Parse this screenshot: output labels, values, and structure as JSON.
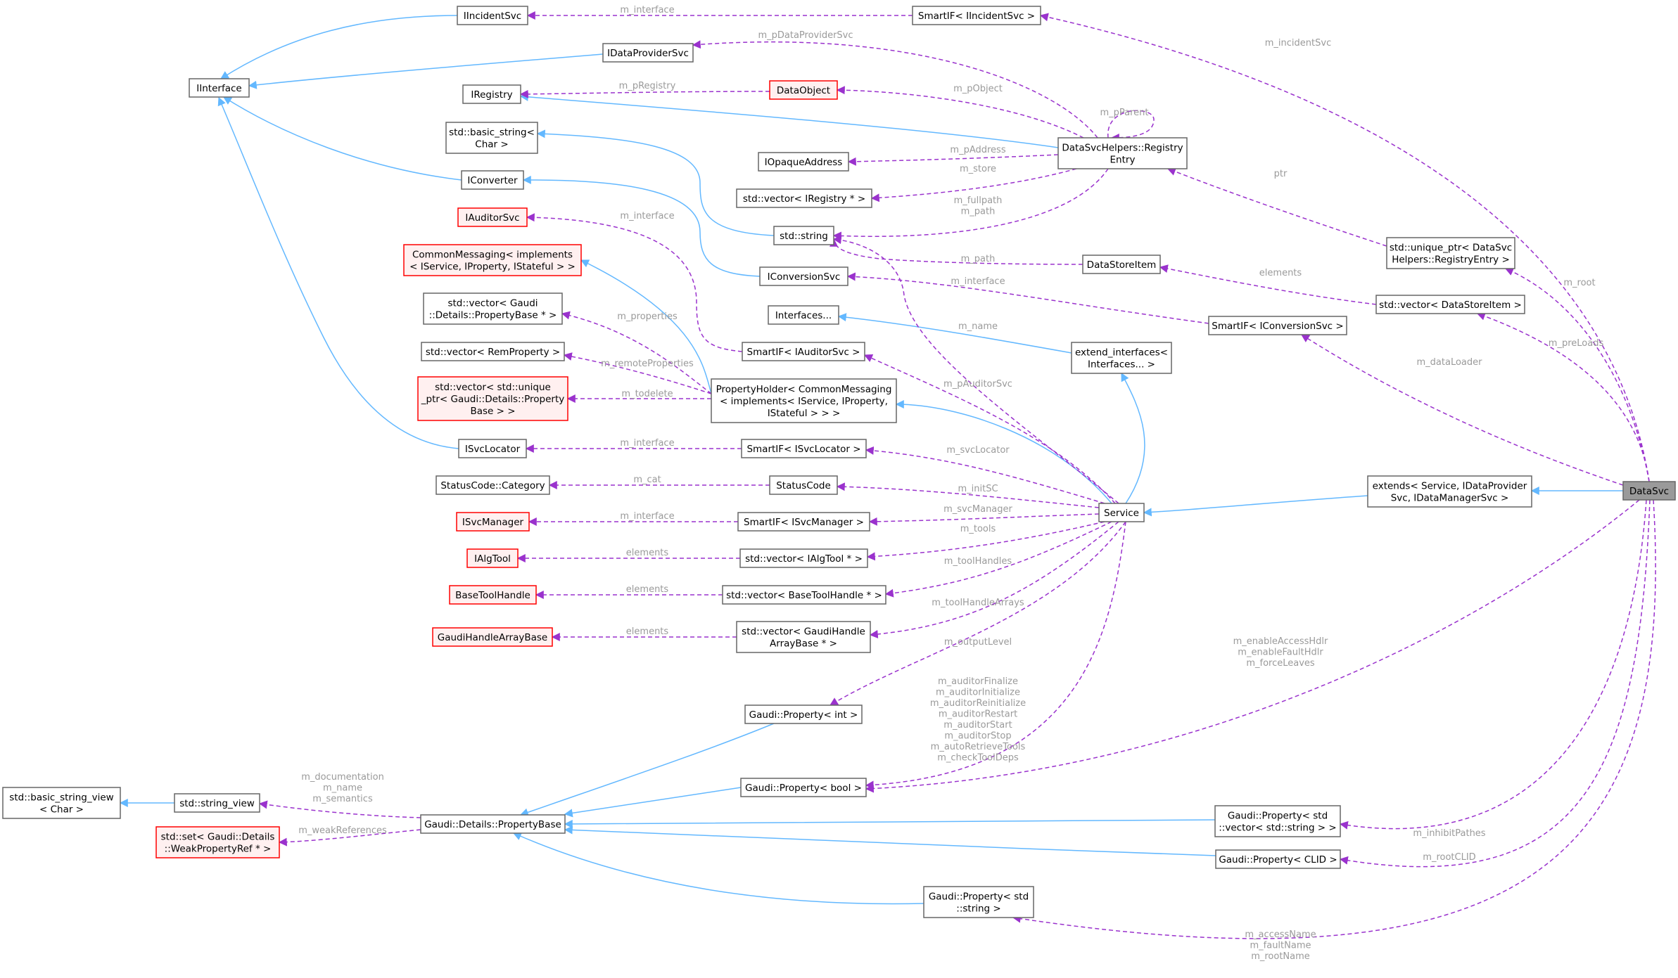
{
  "diagram": {
    "nodes": [
      {
        "id": "IInterface",
        "lines": [
          "IInterface"
        ]
      },
      {
        "id": "IIncidentSvc",
        "lines": [
          "IIncidentSvc"
        ]
      },
      {
        "id": "IDataProviderSvc",
        "lines": [
          "IDataProviderSvc"
        ]
      },
      {
        "id": "IRegistry",
        "lines": [
          "IRegistry"
        ]
      },
      {
        "id": "basic_string",
        "lines": [
          "std::basic_string<",
          "Char >"
        ]
      },
      {
        "id": "IConverter",
        "lines": [
          "IConverter"
        ]
      },
      {
        "id": "IAuditorSvc",
        "lines": [
          "IAuditorSvc"
        ],
        "missing": true
      },
      {
        "id": "CommonMessaging",
        "lines": [
          "CommonMessaging< implements",
          "< IService, IProperty, IStateful > >"
        ],
        "missing": true
      },
      {
        "id": "vec_PropertyBase",
        "lines": [
          "std::vector< Gaudi",
          "::Details::PropertyBase * >"
        ]
      },
      {
        "id": "vec_RemProperty",
        "lines": [
          "std::vector< RemProperty >"
        ]
      },
      {
        "id": "vec_unique_Property",
        "lines": [
          "std::vector< std::unique",
          "_ptr< Gaudi::Details::Property",
          "Base > >"
        ],
        "missing": true
      },
      {
        "id": "ISvcLocator",
        "lines": [
          "ISvcLocator"
        ]
      },
      {
        "id": "StatusCodeCategory",
        "lines": [
          "StatusCode::Category"
        ]
      },
      {
        "id": "ISvcManager",
        "lines": [
          "ISvcManager"
        ],
        "missing": true
      },
      {
        "id": "IAlgTool",
        "lines": [
          "IAlgTool"
        ],
        "missing": true
      },
      {
        "id": "BaseToolHandle",
        "lines": [
          "BaseToolHandle"
        ],
        "missing": true
      },
      {
        "id": "GaudiHandleArrayBase",
        "lines": [
          "GaudiHandleArrayBase"
        ],
        "missing": true
      },
      {
        "id": "basic_string_view",
        "lines": [
          "std::basic_string_view",
          "< Char >"
        ]
      },
      {
        "id": "string_view",
        "lines": [
          "std::string_view"
        ]
      },
      {
        "id": "set_WeakPropertyRef",
        "lines": [
          "std::set< Gaudi::Details",
          "::WeakPropertyRef * >"
        ],
        "missing": true
      },
      {
        "id": "PropertyBase",
        "lines": [
          "Gaudi::Details::PropertyBase"
        ]
      },
      {
        "id": "SmartIF_IIncidentSvc",
        "lines": [
          "SmartIF< IIncidentSvc >"
        ]
      },
      {
        "id": "DataObject",
        "lines": [
          "DataObject"
        ],
        "missing": true
      },
      {
        "id": "IOpaqueAddress",
        "lines": [
          "IOpaqueAddress"
        ]
      },
      {
        "id": "vec_IRegistry",
        "lines": [
          "std::vector< IRegistry * >"
        ]
      },
      {
        "id": "std_string",
        "lines": [
          "std::string"
        ]
      },
      {
        "id": "IConversionSvc",
        "lines": [
          "IConversionSvc"
        ]
      },
      {
        "id": "Interfaces",
        "lines": [
          "Interfaces..."
        ]
      },
      {
        "id": "SmartIF_IAuditorSvc",
        "lines": [
          "SmartIF< IAuditorSvc >"
        ]
      },
      {
        "id": "PropertyHolder",
        "lines": [
          "PropertyHolder< CommonMessaging",
          "< implements< IService, IProperty,",
          "IStateful > > >"
        ]
      },
      {
        "id": "SmartIF_ISvcLocator",
        "lines": [
          "SmartIF< ISvcLocator >"
        ]
      },
      {
        "id": "StatusCode",
        "lines": [
          "StatusCode"
        ]
      },
      {
        "id": "SmartIF_ISvcManager",
        "lines": [
          "SmartIF< ISvcManager >"
        ]
      },
      {
        "id": "vec_IAlgTool",
        "lines": [
          "std::vector< IAlgTool * >"
        ]
      },
      {
        "id": "vec_BaseToolHandle",
        "lines": [
          "std::vector< BaseToolHandle * >"
        ]
      },
      {
        "id": "vec_GaudiHandleArrayBase",
        "lines": [
          "std::vector< GaudiHandle",
          "ArrayBase * >"
        ]
      },
      {
        "id": "Property_int",
        "lines": [
          "Gaudi::Property< int >"
        ]
      },
      {
        "id": "Property_bool",
        "lines": [
          "Gaudi::Property< bool >"
        ]
      },
      {
        "id": "Property_string",
        "lines": [
          "Gaudi::Property< std",
          "::string >"
        ]
      },
      {
        "id": "RegistryEntry",
        "lines": [
          "DataSvcHelpers::Registry",
          "Entry"
        ]
      },
      {
        "id": "DataStoreItem",
        "lines": [
          "DataStoreItem"
        ]
      },
      {
        "id": "extend_interfaces",
        "lines": [
          "extend_interfaces<",
          "Interfaces... >"
        ]
      },
      {
        "id": "Service",
        "lines": [
          "Service"
        ]
      },
      {
        "id": "unique_ptr_RegistryEntry",
        "lines": [
          "std::unique_ptr< DataSvc",
          "Helpers::RegistryEntry >"
        ]
      },
      {
        "id": "vec_DataStoreItem",
        "lines": [
          "std::vector< DataStoreItem >"
        ]
      },
      {
        "id": "SmartIF_IConversionSvc",
        "lines": [
          "SmartIF< IConversionSvc >"
        ]
      },
      {
        "id": "extends_Service",
        "lines": [
          "extends< Service, IDataProvider",
          "Svc, IDataManagerSvc >"
        ]
      },
      {
        "id": "Property_vec_string",
        "lines": [
          "Gaudi::Property< std",
          "::vector< std::string > >"
        ]
      },
      {
        "id": "Property_CLID",
        "lines": [
          "Gaudi::Property< CLID >"
        ]
      },
      {
        "id": "DataSvc",
        "lines": [
          "DataSvc"
        ],
        "highlight": true
      }
    ],
    "edge_labels": [
      {
        "id": "lbl_incident_interface",
        "lines": [
          "m_interface"
        ]
      },
      {
        "id": "lbl_pDataProviderSvc",
        "lines": [
          "m_pDataProviderSvc"
        ]
      },
      {
        "id": "lbl_pRegistry",
        "lines": [
          "m_pRegistry"
        ]
      },
      {
        "id": "lbl_pObject",
        "lines": [
          "m_pObject"
        ]
      },
      {
        "id": "lbl_pParent",
        "lines": [
          "m_pParent"
        ]
      },
      {
        "id": "lbl_pAddress",
        "lines": [
          "m_pAddress"
        ]
      },
      {
        "id": "lbl_store",
        "lines": [
          "m_store"
        ]
      },
      {
        "id": "lbl_fullpath",
        "lines": [
          "m_fullpath",
          "m_path"
        ]
      },
      {
        "id": "lbl_ptr",
        "lines": [
          "ptr"
        ]
      },
      {
        "id": "lbl_incidentSvc",
        "lines": [
          "m_incidentSvc"
        ]
      },
      {
        "id": "lbl_auditor_interface",
        "lines": [
          "m_interface"
        ]
      },
      {
        "id": "lbl_dsi_path",
        "lines": [
          "m_path"
        ]
      },
      {
        "id": "lbl_conv_interface",
        "lines": [
          "m_interface"
        ]
      },
      {
        "id": "lbl_elements_dsi",
        "lines": [
          "elements"
        ]
      },
      {
        "id": "lbl_root",
        "lines": [
          "m_root"
        ]
      },
      {
        "id": "lbl_properties",
        "lines": [
          "m_properties"
        ]
      },
      {
        "id": "lbl_name",
        "lines": [
          "m_name"
        ]
      },
      {
        "id": "lbl_preLoads",
        "lines": [
          "m_preLoads"
        ]
      },
      {
        "id": "lbl_remoteProperties",
        "lines": [
          "m_remoteProperties"
        ]
      },
      {
        "id": "lbl_dataLoader",
        "lines": [
          "m_dataLoader"
        ]
      },
      {
        "id": "lbl_pAuditorSvc",
        "lines": [
          "m_pAuditorSvc"
        ]
      },
      {
        "id": "lbl_todelete",
        "lines": [
          "m_todelete"
        ]
      },
      {
        "id": "lbl_svclocator_interface",
        "lines": [
          "m_interface"
        ]
      },
      {
        "id": "lbl_svcLocator",
        "lines": [
          "m_svcLocator"
        ]
      },
      {
        "id": "lbl_cat",
        "lines": [
          "m_cat"
        ]
      },
      {
        "id": "lbl_initSC",
        "lines": [
          "m_initSC"
        ]
      },
      {
        "id": "lbl_svcmanager_interface",
        "lines": [
          "m_interface"
        ]
      },
      {
        "id": "lbl_svcManager",
        "lines": [
          "m_svcManager"
        ]
      },
      {
        "id": "lbl_tools",
        "lines": [
          "m_tools"
        ]
      },
      {
        "id": "lbl_elements_algtool",
        "lines": [
          "elements"
        ]
      },
      {
        "id": "lbl_toolHandles",
        "lines": [
          "m_toolHandles"
        ]
      },
      {
        "id": "lbl_elements_basetool",
        "lines": [
          "elements"
        ]
      },
      {
        "id": "lbl_toolHandleArrays",
        "lines": [
          "m_toolHandleArrays"
        ]
      },
      {
        "id": "lbl_elements_handlearray",
        "lines": [
          "elements"
        ]
      },
      {
        "id": "lbl_outputLevel",
        "lines": [
          "m_outputLevel"
        ]
      },
      {
        "id": "lbl_enableAccessHdlr",
        "lines": [
          "m_enableAccessHdlr",
          "m_enableFaultHdlr",
          "m_forceLeaves"
        ]
      },
      {
        "id": "lbl_auditorFinalize",
        "lines": [
          "m_auditorFinalize",
          "m_auditorInitialize",
          "m_auditorReinitialize",
          "m_auditorRestart",
          "m_auditorStart",
          "m_auditorStop",
          "m_autoRetrieveTools",
          "m_checkToolDeps"
        ]
      },
      {
        "id": "lbl_documentation",
        "lines": [
          "m_documentation",
          "m_name",
          "m_semantics"
        ]
      },
      {
        "id": "lbl_weakReferences",
        "lines": [
          "m_weakReferences"
        ]
      },
      {
        "id": "lbl_inhibitPathes",
        "lines": [
          "m_inhibitPathes"
        ]
      },
      {
        "id": "lbl_rootCLID",
        "lines": [
          "m_rootCLID"
        ]
      },
      {
        "id": "lbl_accessName",
        "lines": [
          "m_accessName",
          "m_faultName",
          "m_rootName"
        ]
      }
    ]
  }
}
